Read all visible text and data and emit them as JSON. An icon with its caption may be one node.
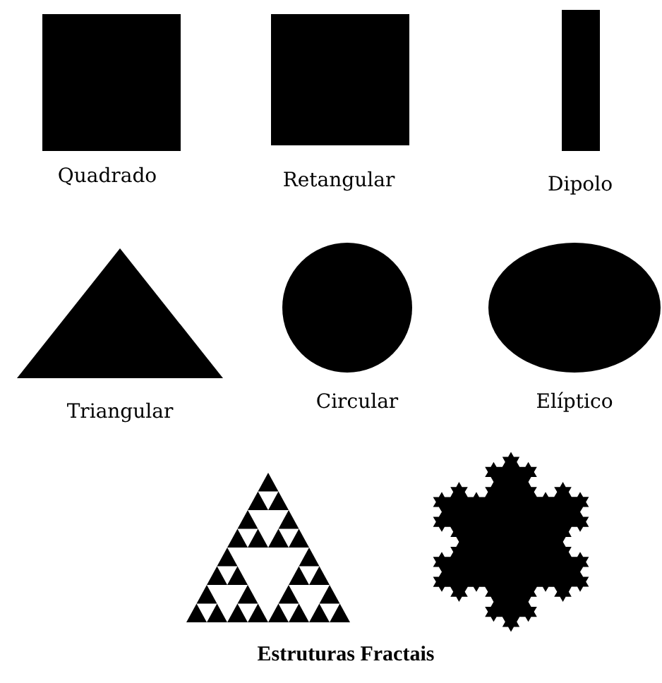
{
  "diagram": {
    "nodes": [
      {
        "text": [
          "Quadrado"
        ]
      },
      {
        "text": [
          "Retangular"
        ]
      },
      {
        "text": [
          "Dipolo"
        ]
      },
      {
        "text": [
          "Triangular"
        ]
      },
      {
        "text": [
          "Circular"
        ]
      },
      {
        "text": [
          "Elíptico"
        ]
      },
      {
        "text": [],
        "shape": "picture"
      },
      {
        "text": [],
        "shape": "picture"
      }
    ],
    "labels": [
      "Estruturas Fractais"
    ]
  }
}
